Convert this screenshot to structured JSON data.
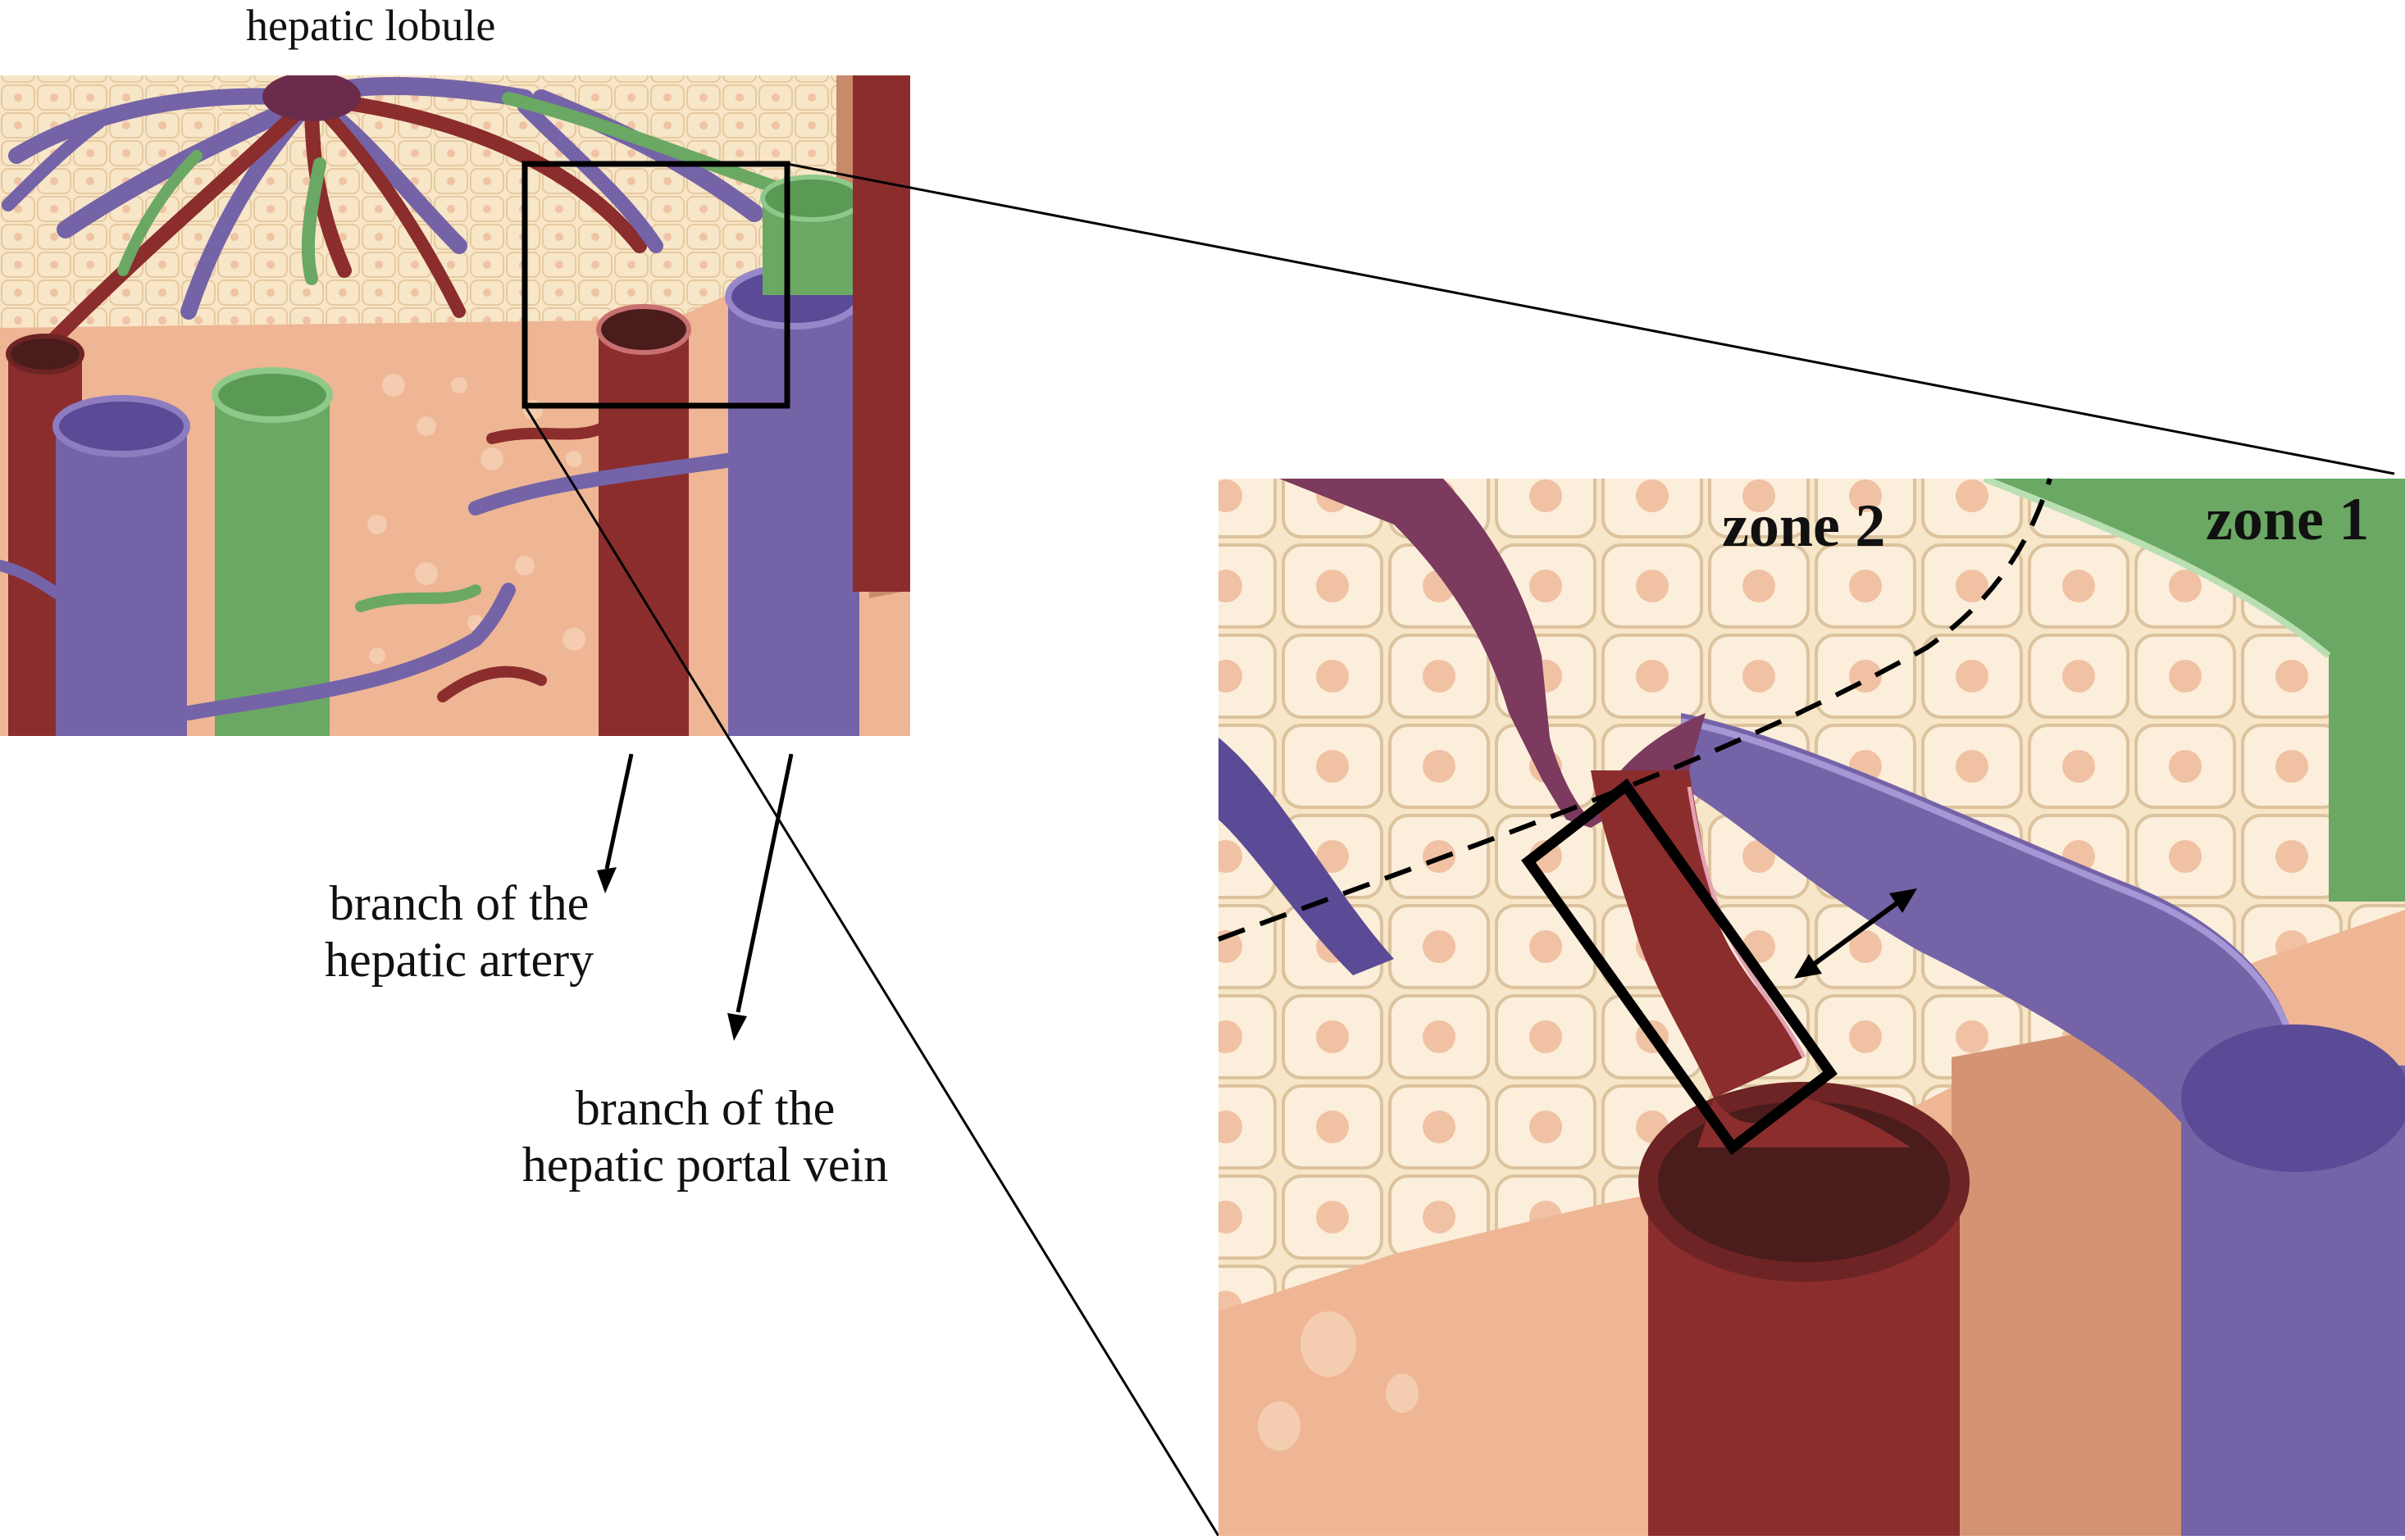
{
  "labels": {
    "lobule": "hepatic lobule",
    "artery_line1": "branch of the",
    "artery_line2": "hepatic artery",
    "portal_line1": "branch of the",
    "portal_line2": "hepatic portal vein",
    "zone2": "zone 2",
    "zone1": "zone 1"
  },
  "colors": {
    "artery": "#8b2d2d",
    "portal_vein": "#7563a8",
    "bile_duct": "#6aa864",
    "hepatocyte": "#f7e6c7",
    "tissue": "#eeb694"
  }
}
